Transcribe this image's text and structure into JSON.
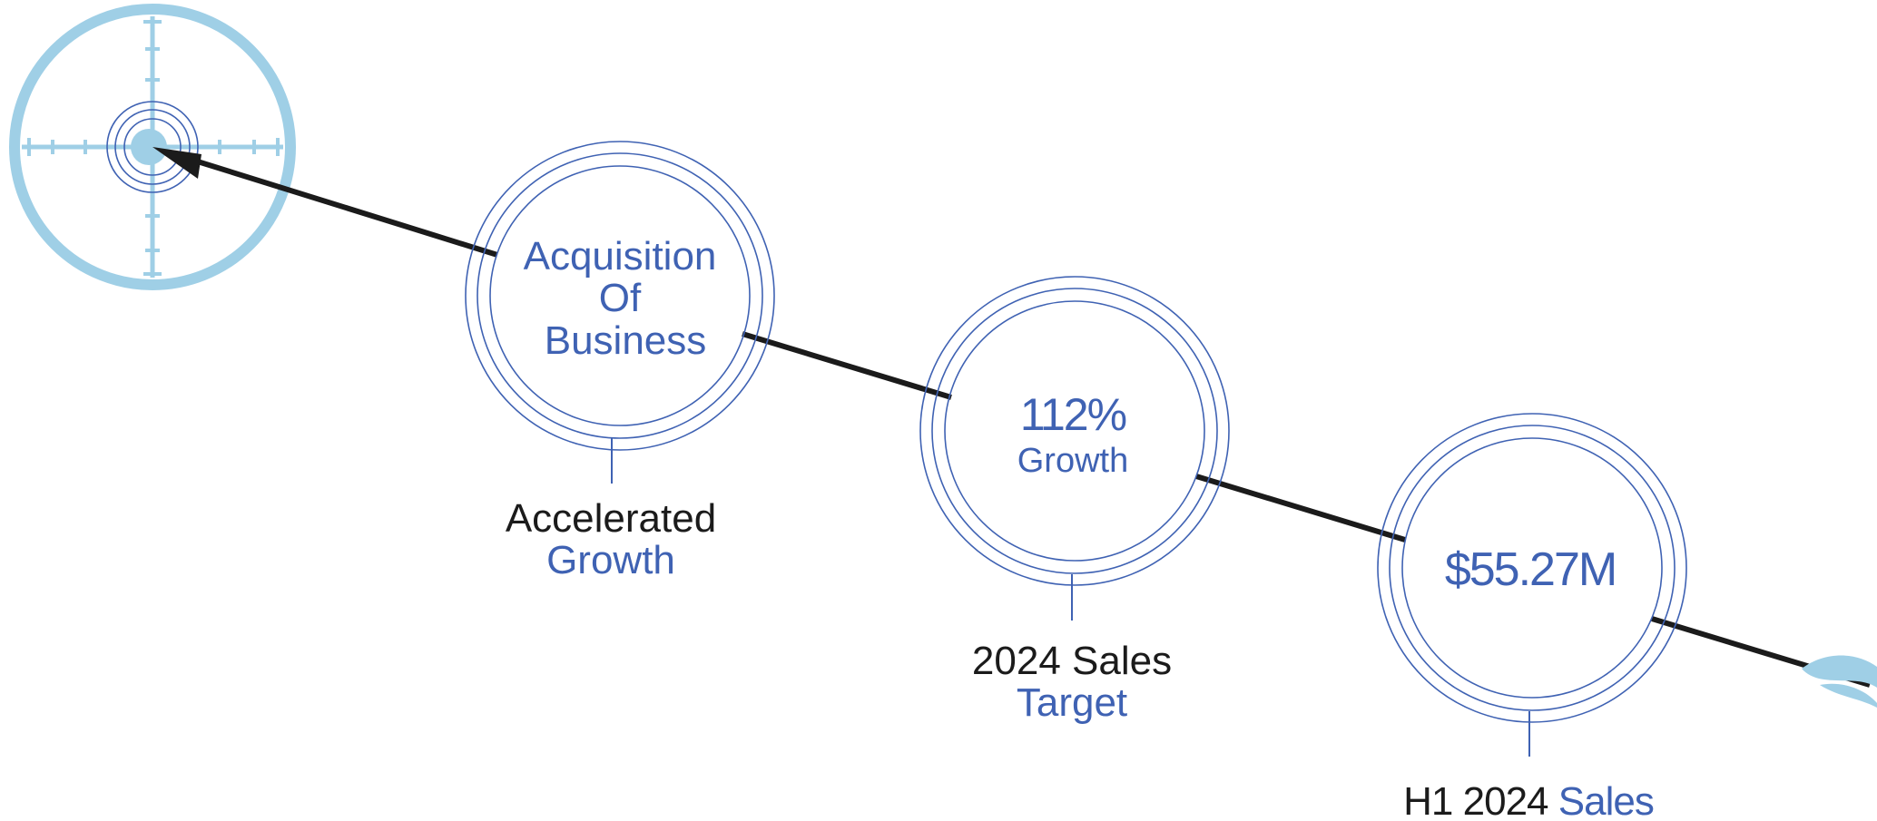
{
  "milestones": [
    {
      "circle_lines": [
        "Acquisition",
        "Of",
        "Business"
      ],
      "caption_dark": "Accelerated",
      "caption_blue": "Growth"
    },
    {
      "circle_value": "112%",
      "circle_sub": "Growth",
      "caption_dark": "2024 Sales",
      "caption_blue": "Target"
    },
    {
      "circle_value": "$55.27M",
      "caption_dark": "H1 2024",
      "caption_blue": "Sales"
    }
  ],
  "colors": {
    "accent_blue": "#3f62b3",
    "light_blue": "#9fcfe6",
    "arrow": "#1b1b1b"
  },
  "icons": {
    "target": "crosshair-target-icon",
    "arrow": "arrow-icon",
    "fletching": "arrow-fletching-icon"
  }
}
